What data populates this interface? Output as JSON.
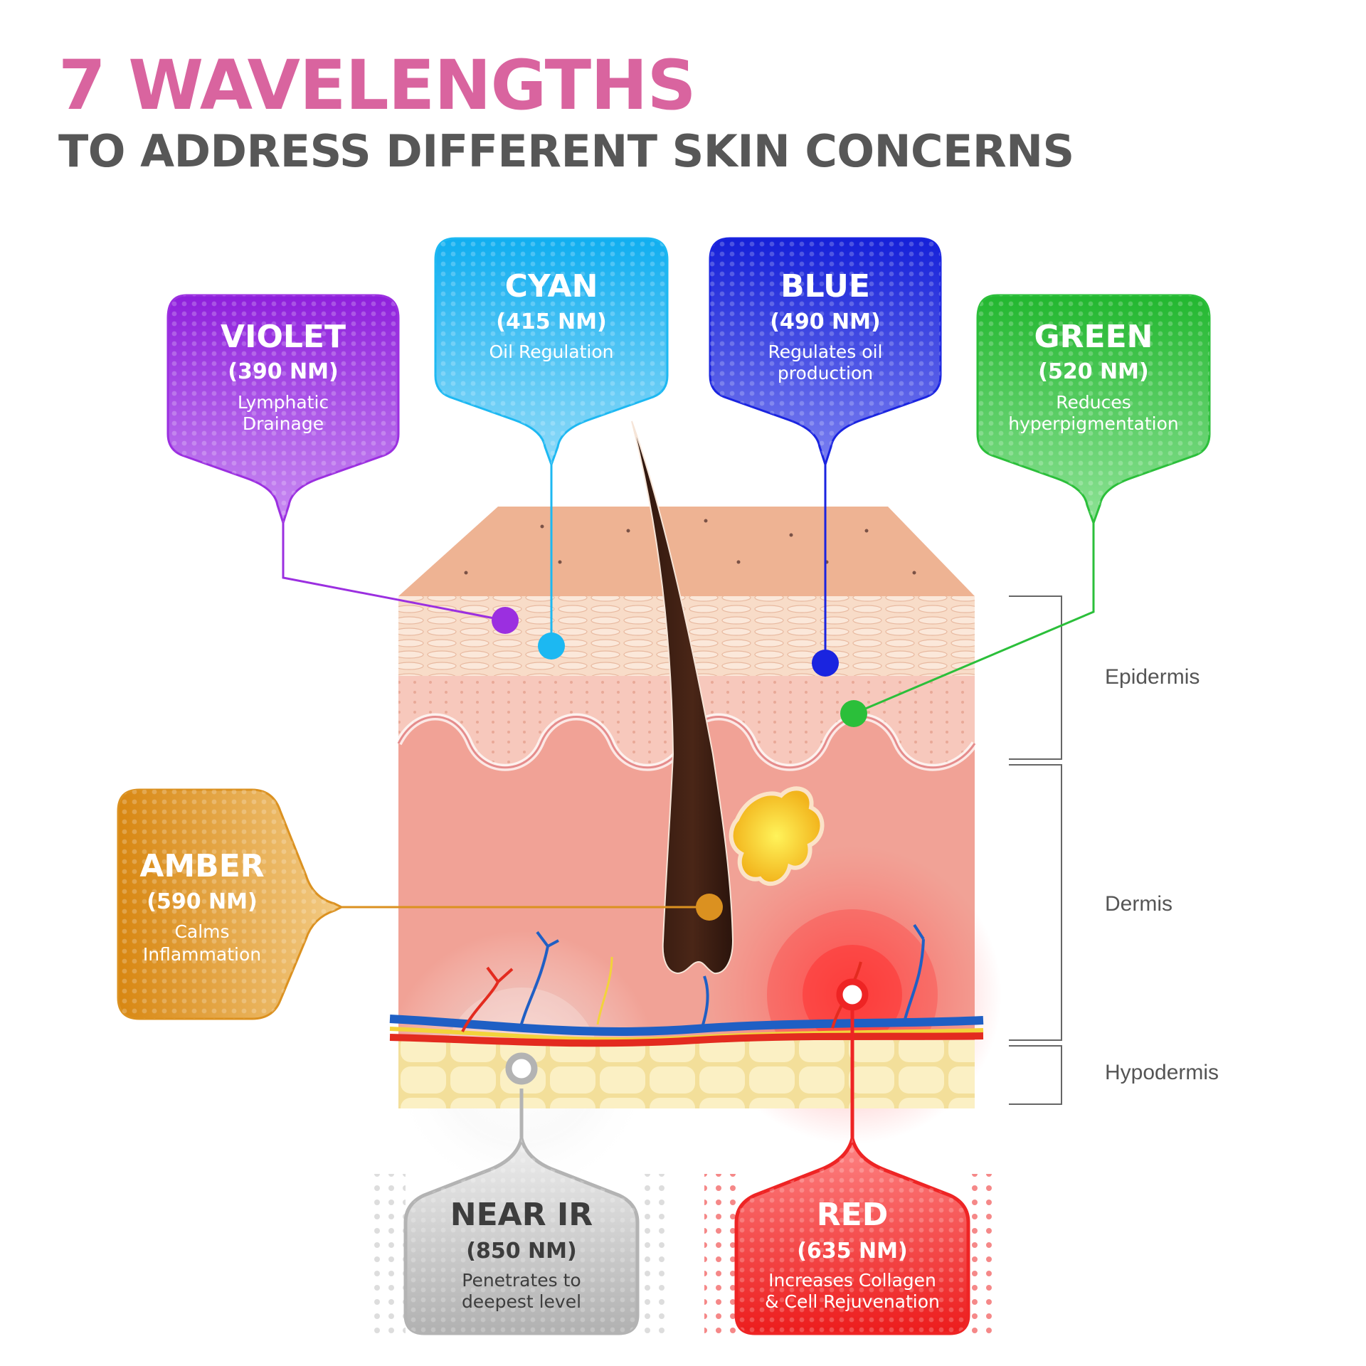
{
  "header": {
    "title": "7 WAVELENGTHS",
    "subtitle": "TO ADDRESS DIFFERENT SKIN CONCERNS"
  },
  "wavelengths": [
    {
      "name": "VIOLET",
      "nm": "(390 NM)",
      "desc1": "Lymphatic",
      "desc2": "Drainage",
      "color": "#9b2fe0"
    },
    {
      "name": "CYAN",
      "nm": "(415 NM)",
      "desc1": "Oil Regulation",
      "desc2": "",
      "color": "#1cb8f2"
    },
    {
      "name": "BLUE",
      "nm": "(490 NM)",
      "desc1": "Regulates oil",
      "desc2": "production",
      "color": "#1a24e0"
    },
    {
      "name": "GREEN",
      "nm": "(520 NM)",
      "desc1": "Reduces",
      "desc2": "hyperpigmentation",
      "color": "#2bbf3a"
    },
    {
      "name": "AMBER",
      "nm": "(590 NM)",
      "desc1": "Calms",
      "desc2": "Inflammation",
      "color": "#db9120"
    },
    {
      "name": "NEAR IR",
      "nm": "(850 NM)",
      "desc1": "Penetrates to",
      "desc2": "deepest level",
      "color": "#b3b3b3"
    },
    {
      "name": "RED",
      "nm": "(635 NM)",
      "desc1": "Increases Collagen",
      "desc2": "& Cell Rejuvenation",
      "color": "#ee2424"
    }
  ],
  "layers": [
    "Epidermis",
    "Dermis",
    "Hypodermis"
  ]
}
